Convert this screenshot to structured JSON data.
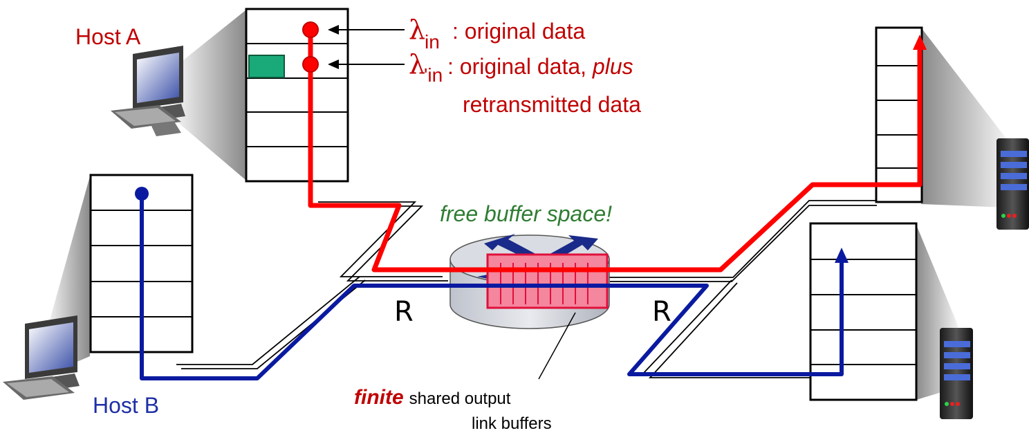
{
  "hosts": {
    "a": {
      "label": "Host A"
    },
    "b": {
      "label": "Host B"
    }
  },
  "rates": {
    "lambda_in": {
      "symbol": "λ",
      "subscript": "in",
      "text": ": original data"
    },
    "lambda_prime_in": {
      "symbol": "λ",
      "prime_subscript": "'in",
      "text_prefix": ": original data, ",
      "text_emph": "plus",
      "line2": "retransmitted data"
    }
  },
  "router": {
    "note": "free buffer space!",
    "link_in_label": "R",
    "link_out_label": "R"
  },
  "buffer_caption": {
    "emph": "finite",
    "rest": "shared output",
    "line2": "link buffers"
  },
  "colors": {
    "host_a_red": "#c00000",
    "flow_red": "#ff0000",
    "flow_blue": "#0a1aa0",
    "host_b_blue": "#1f2fa6",
    "note_green": "#2e7d32",
    "buffer_pink": "#f06080",
    "packet_green": "#1aaa7a"
  }
}
